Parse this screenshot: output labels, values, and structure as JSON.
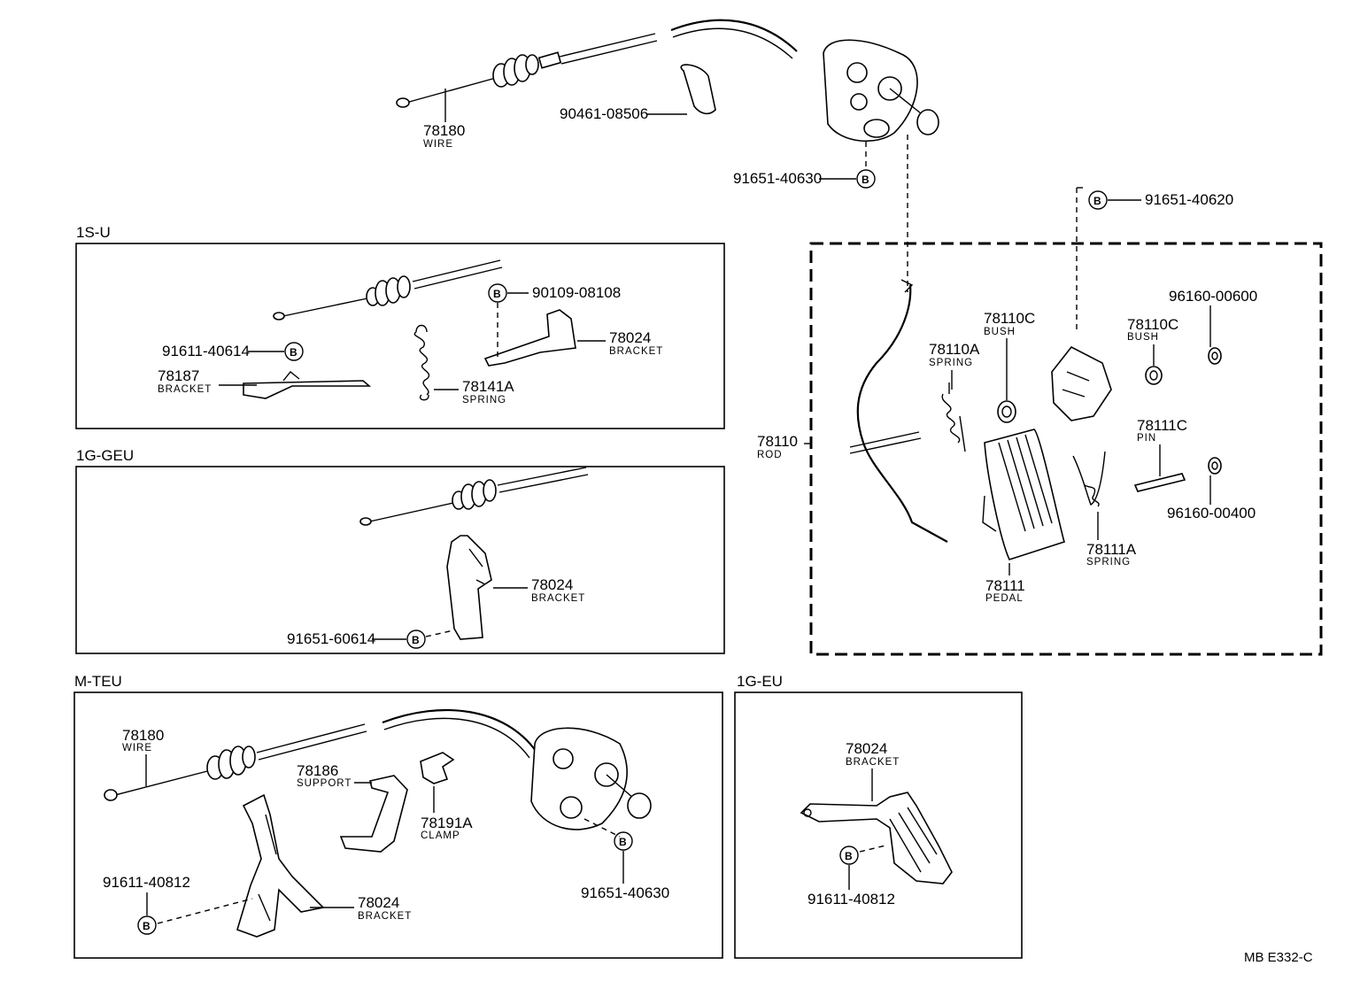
{
  "sections": {
    "su": "1S-U",
    "ggeu": "1G-GEU",
    "mteu": "M-TEU",
    "geu": "1G-EU"
  },
  "bolt_symbol": "B",
  "top": {
    "wire_num": "78180",
    "wire_name": "WIRE",
    "clip_num": "90461-08506",
    "bolt_num": "91651-40630"
  },
  "su": {
    "bolt1_num": "90109-08108",
    "bracket_num": "78024",
    "bracket_name": "BRACKET",
    "bolt2_num": "91611-40614",
    "bracket2_num": "78187",
    "bracket2_name": "BRACKET",
    "spring_num": "78141A",
    "spring_name": "SPRING"
  },
  "ggeu": {
    "bracket_num": "78024",
    "bracket_name": "BRACKET",
    "bolt_num": "91651-60614"
  },
  "pedal": {
    "top_bolt_num": "91651-40620",
    "rod_num": "78110",
    "rod_name": "ROD",
    "spring_num": "78110A",
    "spring_name": "SPRING",
    "bush1_num": "78110C",
    "bush1_name": "BUSH",
    "bush2_num": "78110C",
    "bush2_name": "BUSH",
    "washer1_num": "96160-00600",
    "pin_num": "78111C",
    "pin_name": "PIN",
    "washer2_num": "96160-00400",
    "spring2_num": "78111A",
    "spring2_name": "SPRING",
    "pedal_num": "78111",
    "pedal_name": "PEDAL"
  },
  "mteu": {
    "wire_num": "78180",
    "wire_name": "WIRE",
    "support_num": "78186",
    "support_name": "SUPPORT",
    "clamp_num": "78191A",
    "clamp_name": "CLAMP",
    "bolt1_num": "91611-40812",
    "bracket_num": "78024",
    "bracket_name": "BRACKET",
    "bolt2_num": "91651-40630"
  },
  "geu": {
    "bracket_num": "78024",
    "bracket_name": "BRACKET",
    "bolt_num": "91611-40812"
  },
  "footer": {
    "code": "MB  E332-C"
  }
}
